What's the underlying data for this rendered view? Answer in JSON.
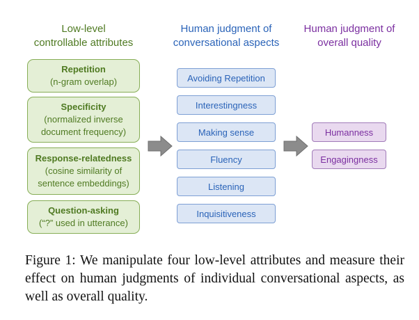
{
  "headers": {
    "low_level": "Low-level\ncontrollable attributes",
    "human_aspects": "Human judgment of\nconversational aspects",
    "human_overall": "Human judgment of\noverall quality"
  },
  "attributes": [
    {
      "title": "Repetition",
      "subtitle": "(n-gram overlap)"
    },
    {
      "title": "Specificity",
      "subtitle": "(normalized inverse\ndocument frequency)"
    },
    {
      "title": "Response-relatedness",
      "subtitle": "(cosine similarity of\nsentence embeddings)"
    },
    {
      "title": "Question-asking",
      "subtitle": "(“?” used in utterance)"
    }
  ],
  "aspects": [
    "Avoiding Repetition",
    "Interestingness",
    "Making sense",
    "Fluency",
    "Listening",
    "Inquisitiveness"
  ],
  "overall": [
    "Humanness",
    "Engagingness"
  ],
  "caption": "Figure 1: We manipulate four low-level attributes and measure their effect on human judgments of individual conversational aspects, as well as overall quality.",
  "colors": {
    "green": "#4f7a22",
    "blue": "#2a63b8",
    "purple": "#7b2fa0",
    "arrow": "#8c8c8c"
  }
}
